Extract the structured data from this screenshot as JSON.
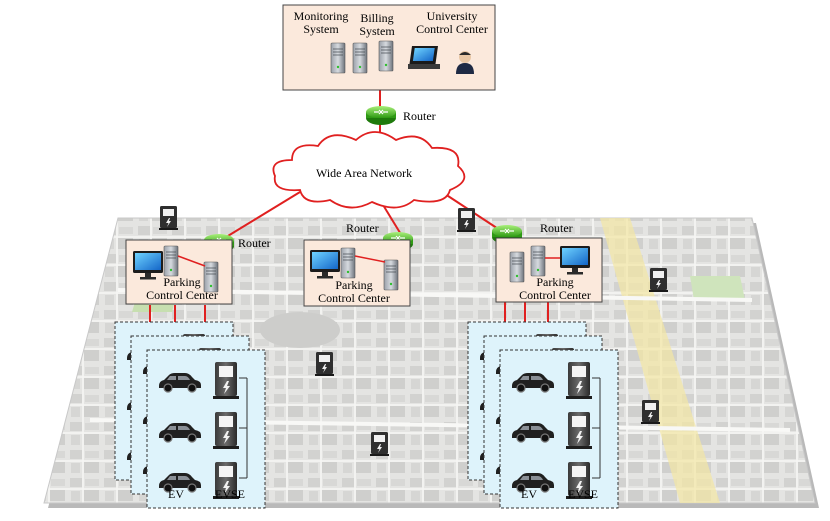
{
  "top_center": {
    "monitoring_label": [
      "Monitoring",
      "System"
    ],
    "billing_label": [
      "Billing",
      "System"
    ],
    "university_label": [
      "University",
      "Control Center"
    ]
  },
  "router_label": "Router",
  "wan_label": "Wide Area Network",
  "parking": {
    "label_line1": "Parking",
    "label_line2": "Control Center"
  },
  "station": {
    "ev_label": "EV",
    "evse_label": "EVSE"
  },
  "colors": {
    "link": "#e02020",
    "center_fill": "#fbe9dc",
    "station_fill": "#def3fb",
    "map_bg": "#e6e6e4",
    "router": "#5cc22c"
  }
}
